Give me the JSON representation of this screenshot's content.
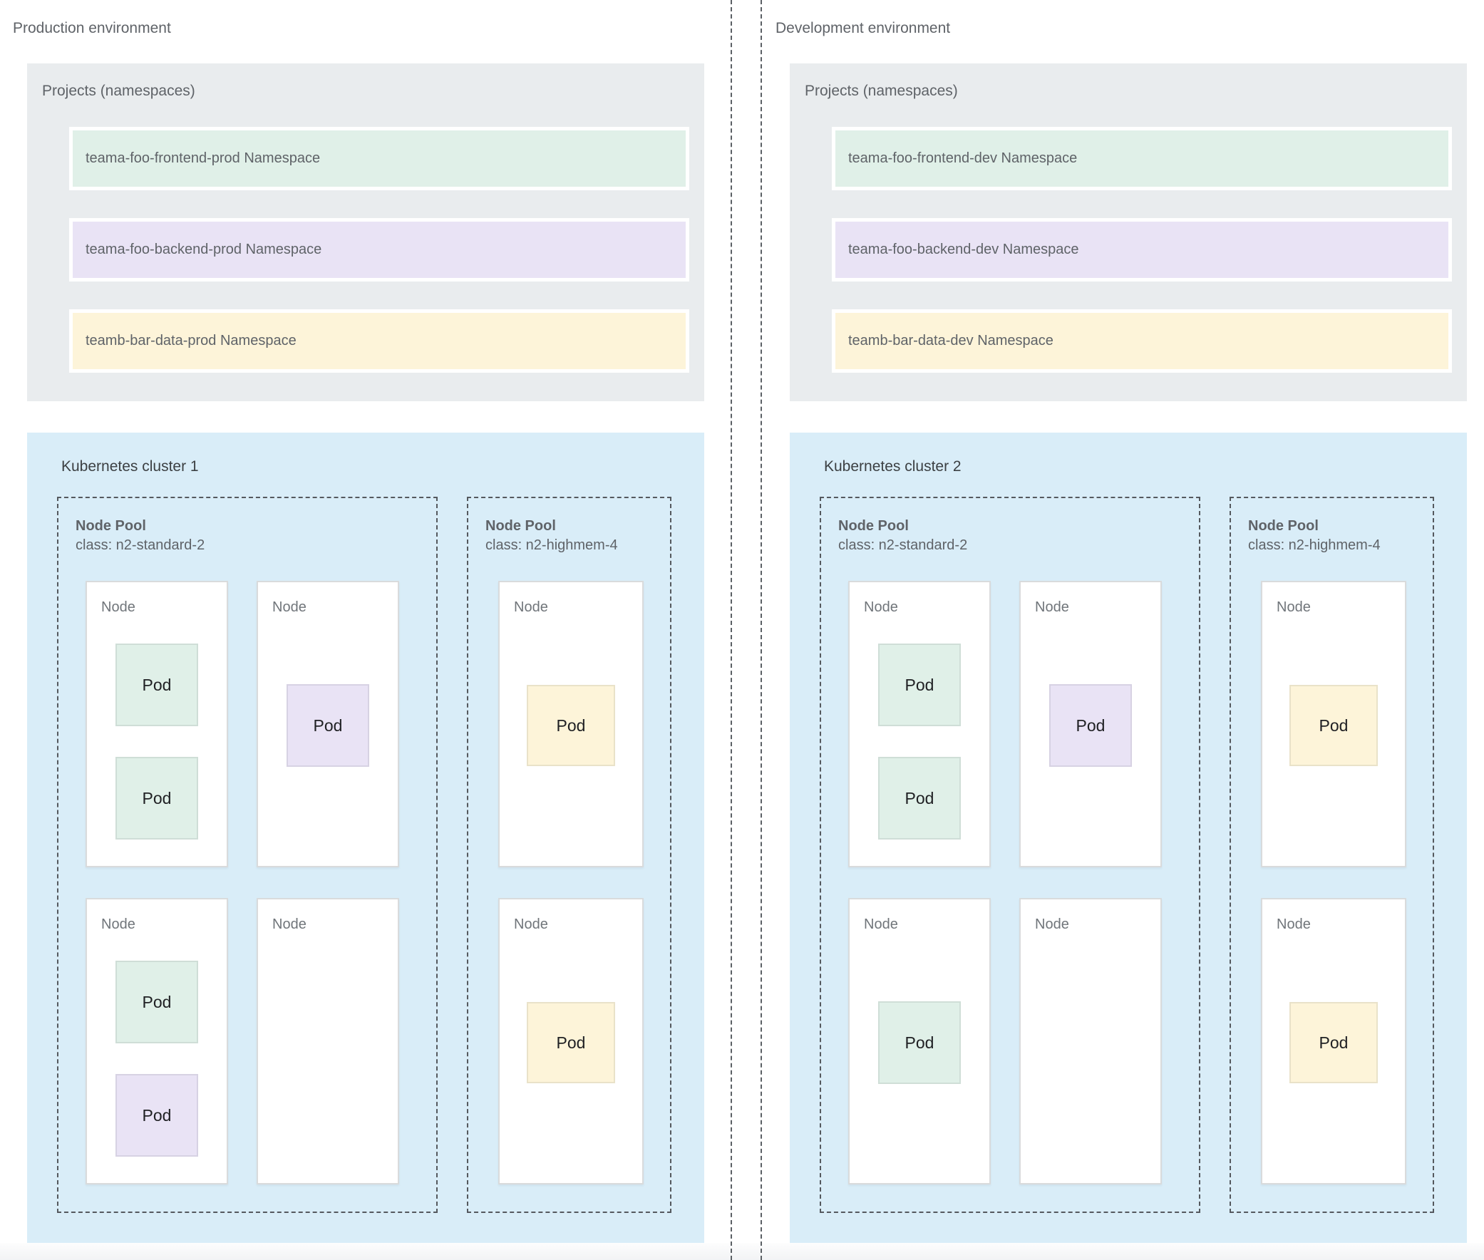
{
  "labels": {
    "node": "Node",
    "pod": "Pod"
  },
  "colors": {
    "namespace_green": "#e0f0e8",
    "namespace_purple": "#e9e3f5",
    "namespace_yellow": "#fdf4d9",
    "pod_green": "#e0f0e8",
    "pod_purple": "#e9e3f5",
    "pod_yellow": "#fdf4d9",
    "projects_box_gray": "#e9ecee",
    "cluster_box_blue": "#d9edf8",
    "text_primary": "#3c4043",
    "text_secondary": "#5f6368"
  },
  "environments": [
    {
      "title": "Production environment",
      "projects": {
        "label": "Projects (namespaces)",
        "namespaces": [
          {
            "label": "teama-foo-frontend-prod Namespace",
            "color": "green"
          },
          {
            "label": "teama-foo-backend-prod Namespace",
            "color": "purple"
          },
          {
            "label": "teamb-bar-data-prod Namespace",
            "color": "yellow"
          }
        ]
      },
      "cluster": {
        "label": "Kubernetes cluster 1",
        "node_pools": [
          {
            "name": "Node Pool",
            "machine_class": "class: n2-standard-2",
            "nodes": [
              {
                "label": "Node",
                "pods": [
                  "green",
                  "green"
                ]
              },
              {
                "label": "Node",
                "pods": [
                  "purple"
                ]
              },
              {
                "label": "Node",
                "pods": [
                  "green",
                  "purple"
                ]
              },
              {
                "label": "Node",
                "pods": []
              }
            ]
          },
          {
            "name": "Node Pool",
            "machine_class": "class: n2-highmem-4",
            "nodes": [
              {
                "label": "Node",
                "pods": [
                  "yellow"
                ]
              },
              {
                "label": "Node",
                "pods": [
                  "yellow"
                ]
              }
            ]
          }
        ]
      }
    },
    {
      "title": "Development environment",
      "projects": {
        "label": "Projects (namespaces)",
        "namespaces": [
          {
            "label": "teama-foo-frontend-dev Namespace",
            "color": "green"
          },
          {
            "label": "teama-foo-backend-dev Namespace",
            "color": "purple"
          },
          {
            "label": "teamb-bar-data-dev Namespace",
            "color": "yellow"
          }
        ]
      },
      "cluster": {
        "label": "Kubernetes cluster 2",
        "node_pools": [
          {
            "name": "Node Pool",
            "machine_class": "class: n2-standard-2",
            "nodes": [
              {
                "label": "Node",
                "pods": [
                  "green",
                  "green"
                ]
              },
              {
                "label": "Node",
                "pods": [
                  "purple"
                ]
              },
              {
                "label": "Node",
                "pods": [
                  "green"
                ]
              },
              {
                "label": "Node",
                "pods": []
              }
            ]
          },
          {
            "name": "Node Pool",
            "machine_class": "class: n2-highmem-4",
            "nodes": [
              {
                "label": "Node",
                "pods": [
                  "yellow"
                ]
              },
              {
                "label": "Node",
                "pods": [
                  "yellow"
                ]
              }
            ]
          }
        ]
      }
    }
  ]
}
